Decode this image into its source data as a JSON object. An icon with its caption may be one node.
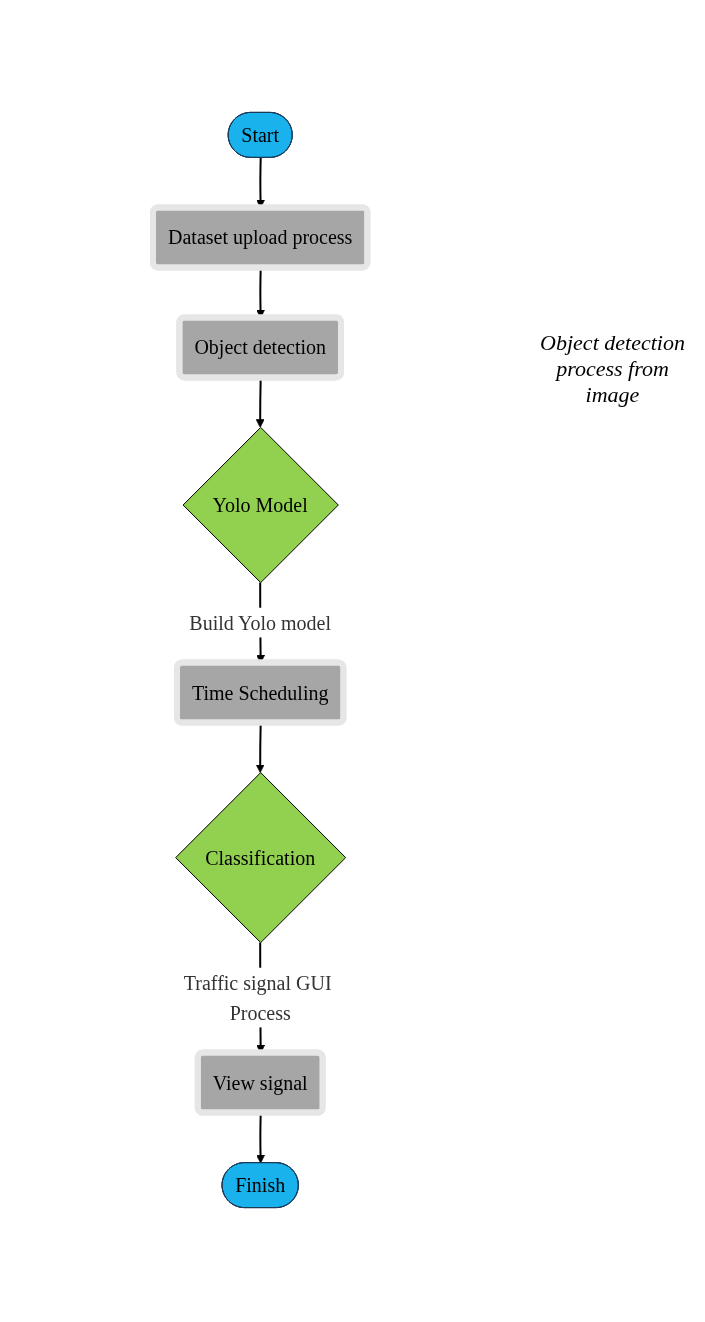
{
  "diagram": {
    "nodes": [
      {
        "text": [
          "Start"
        ]
      },
      {
        "text": [
          "Dataset upload process"
        ]
      },
      {
        "text": [
          "Object detection"
        ]
      },
      {
        "text": [
          "Yolo Model"
        ]
      },
      {
        "text": [
          "Time Scheduling"
        ]
      },
      {
        "text": [
          "Classification"
        ]
      },
      {
        "text": [
          "View signal"
        ]
      },
      {
        "text": [
          "Finish"
        ]
      }
    ],
    "edges": [
      {
        "from": 0,
        "to": 1,
        "arrow": "to"
      },
      {
        "from": 1,
        "to": 2,
        "arrow": "to"
      },
      {
        "from": 2,
        "to": 3,
        "arrow": "to"
      },
      {
        "from": 3,
        "to": 4,
        "arrow": "to",
        "label": "Build Yolo model"
      },
      {
        "from": 4,
        "to": 5,
        "arrow": "to"
      },
      {
        "from": 5,
        "to": 6,
        "arrow": "to",
        "label": "Traffic signal GUI Process"
      },
      {
        "from": 6,
        "to": 7,
        "arrow": "to"
      }
    ],
    "labels": [
      "Object detection process from image"
    ]
  }
}
